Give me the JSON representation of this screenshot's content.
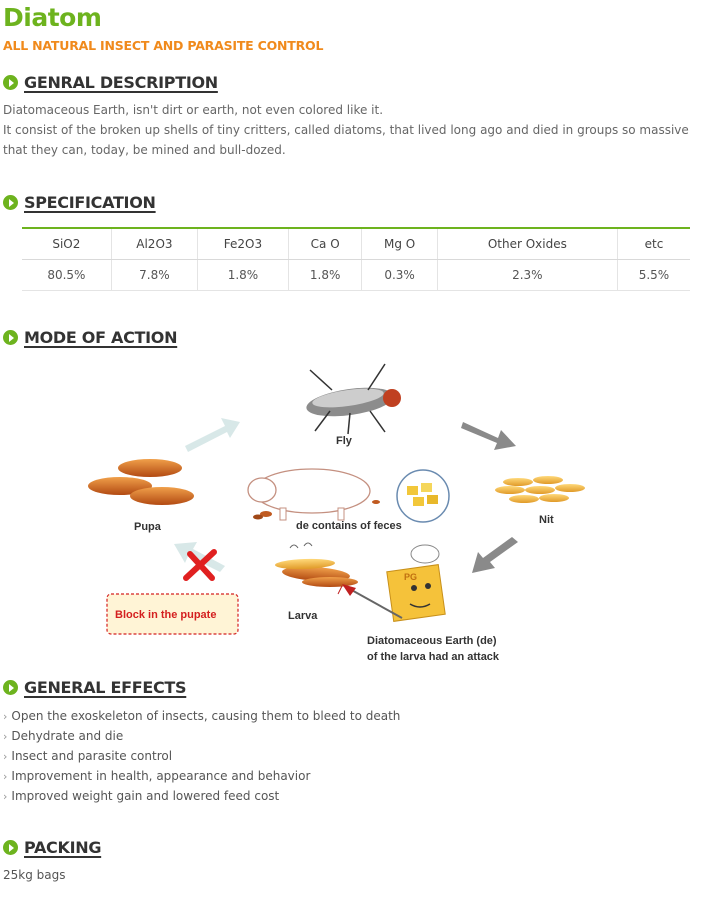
{
  "header": {
    "title": "Diatom",
    "subtitle": "ALL NATURAL INSECT AND PARASITE CONTROL"
  },
  "description": {
    "heading": "GENRAL DESCRIPTION",
    "lines": [
      "Diatomaceous Earth, isn't dirt or earth, not even colored like it.",
      "It consist of the broken up shells of tiny critters, called diatoms, that lived long ago and died in groups so massive that they can, today, be mined and bull-dozed."
    ]
  },
  "specification": {
    "heading": "SPECIFICATION",
    "columns": [
      "SiO2",
      "Al2O3",
      "Fe2O3",
      "Ca O",
      "Mg O",
      "Other Oxides",
      "etc"
    ],
    "values": [
      "80.5%",
      "7.8%",
      "1.8%",
      "1.8%",
      "0.3%",
      "2.3%",
      "5.5%"
    ]
  },
  "mode_of_action": {
    "heading": "MODE OF ACTION",
    "labels": {
      "fly": "Fly",
      "nit": "Nit",
      "pupa": "Pupa",
      "larva": "Larva",
      "feces": "de contains of feces",
      "block": "Block in the pupate",
      "attack_line1": "Diatomaceous Earth (de)",
      "attack_line2": "of the larva had an attack",
      "bag_text": "PG"
    },
    "colors": {
      "arrow": "#8a8a8a",
      "block_text": "#d42020",
      "block_border": "#d42020",
      "block_bg": "#fff4d6"
    }
  },
  "effects": {
    "heading": "GENERAL EFFECTS",
    "items": [
      "Open the exoskeleton of insects, causing them to bleed to death",
      "Dehydrate and die",
      "Insect and parasite control",
      "Improvement in health, appearance and behavior",
      "Improved weight gain and lowered feed cost"
    ]
  },
  "packing": {
    "heading": "PACKING",
    "text": "25kg bags"
  },
  "theme": {
    "accent_green": "#6db31e",
    "accent_orange": "#f08a1c"
  }
}
